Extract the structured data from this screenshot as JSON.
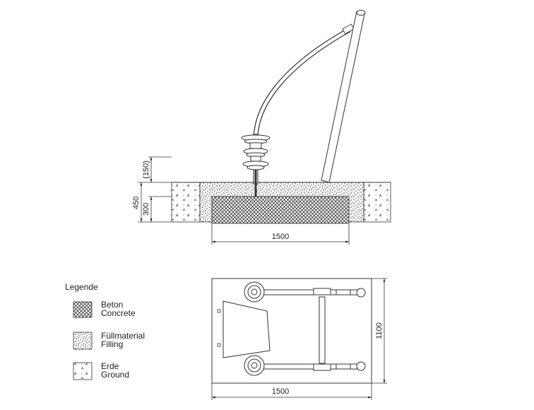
{
  "side_view": {
    "dim_total_depth": "450",
    "dim_foundation": "300",
    "dim_bracket": "(150)",
    "dim_width": "1500"
  },
  "top_view": {
    "dim_width": "1500",
    "dim_depth": "1100"
  },
  "legend": {
    "title": "Legende",
    "items": [
      {
        "line1": "Beton",
        "line2": "Concrete",
        "pattern": "concrete-hatch"
      },
      {
        "line1": "Füllmaterial",
        "line2": "Filling",
        "pattern": "filling-dots"
      },
      {
        "line1": "Erde",
        "line2": "Ground",
        "pattern": "ground-marks"
      }
    ]
  }
}
